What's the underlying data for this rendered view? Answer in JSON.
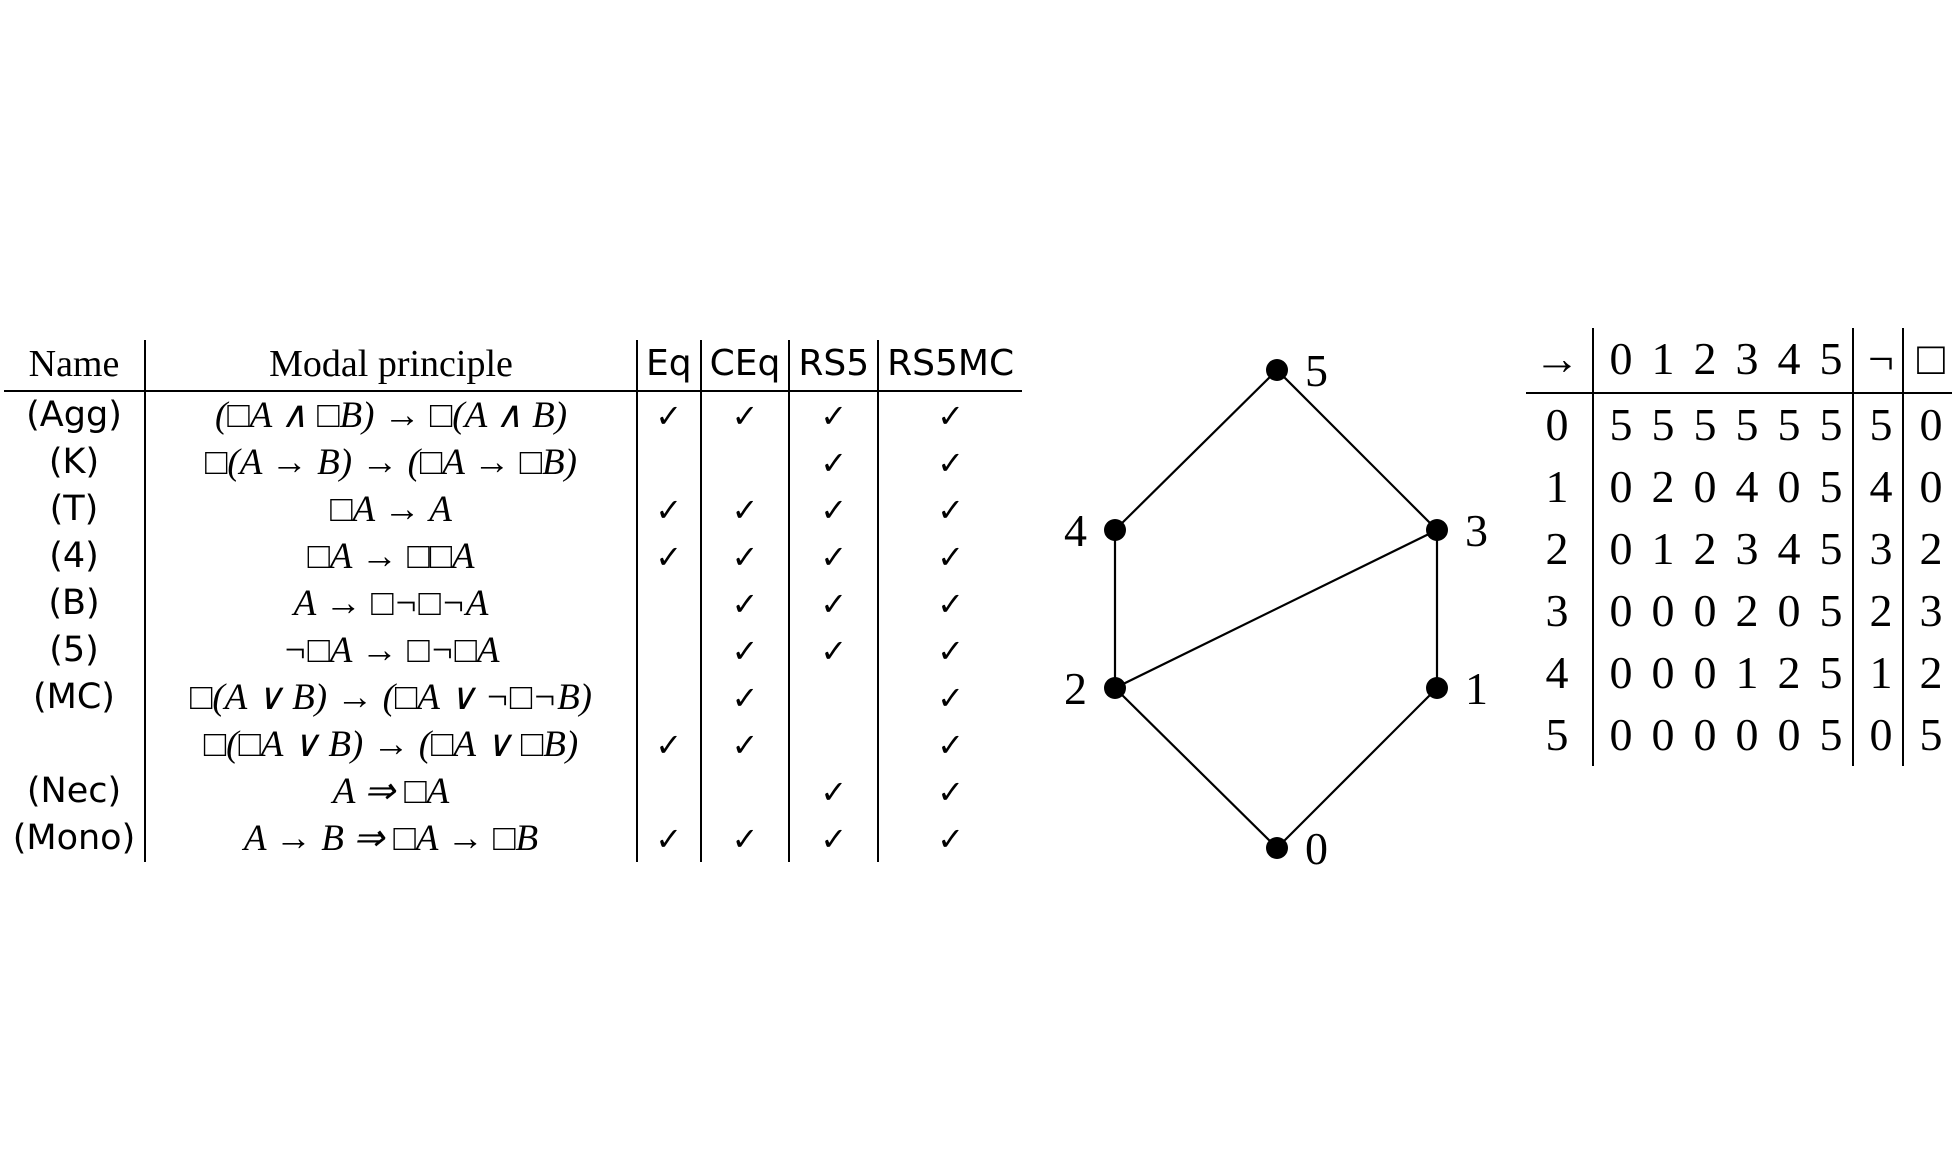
{
  "principles_table": {
    "headers": {
      "name": "Name",
      "principle": "Modal principle",
      "eq": "Eq",
      "ceq": "CEq",
      "rs5": "RS5",
      "rs5mc": "RS5MC"
    },
    "check_symbol": "✓",
    "rows": [
      {
        "name": "(Agg)",
        "formula": "(□A ∧ □B) → □(A ∧ B)",
        "eq": true,
        "ceq": true,
        "rs5": true,
        "rs5mc": true
      },
      {
        "name": "(K)",
        "formula": "□(A → B) → (□A → □B)",
        "eq": false,
        "ceq": false,
        "rs5": true,
        "rs5mc": true
      },
      {
        "name": "(T)",
        "formula": "□A → A",
        "eq": true,
        "ceq": true,
        "rs5": true,
        "rs5mc": true
      },
      {
        "name": "(4)",
        "formula": "□A → □□A",
        "eq": true,
        "ceq": true,
        "rs5": true,
        "rs5mc": true
      },
      {
        "name": "(B)",
        "formula": "A → □¬□¬A",
        "eq": false,
        "ceq": true,
        "rs5": true,
        "rs5mc": true
      },
      {
        "name": "(5)",
        "formula": "¬□A → □¬□A",
        "eq": false,
        "ceq": true,
        "rs5": true,
        "rs5mc": true
      },
      {
        "name": "(MC)",
        "formula": "□(A ∨ B) → (□A ∨ ¬□¬B)",
        "eq": false,
        "ceq": true,
        "rs5": false,
        "rs5mc": true
      },
      {
        "name": "",
        "formula": "□(□A ∨ B) → (□A ∨ □B)",
        "eq": true,
        "ceq": true,
        "rs5": false,
        "rs5mc": true
      },
      {
        "name": "(Nec)",
        "formula": "A ⇒ □A",
        "eq": false,
        "ceq": false,
        "rs5": true,
        "rs5mc": true
      },
      {
        "name": "(Mono)",
        "formula": "A → B ⇒ □A → □B",
        "eq": true,
        "ceq": true,
        "rs5": true,
        "rs5mc": true
      }
    ]
  },
  "lattice": {
    "nodes": [
      "0",
      "1",
      "2",
      "3",
      "4",
      "5"
    ],
    "edges": [
      [
        "0",
        "1"
      ],
      [
        "0",
        "2"
      ],
      [
        "1",
        "3"
      ],
      [
        "2",
        "3"
      ],
      [
        "2",
        "4"
      ],
      [
        "3",
        "5"
      ],
      [
        "4",
        "5"
      ]
    ]
  },
  "operation_table": {
    "corner": "→",
    "columns": [
      "0",
      "1",
      "2",
      "3",
      "4",
      "5"
    ],
    "neg_header": "¬",
    "box_header": "□",
    "rows": [
      {
        "label": "0",
        "values": [
          "5",
          "5",
          "5",
          "5",
          "5",
          "5"
        ],
        "neg": "5",
        "box": "0"
      },
      {
        "label": "1",
        "values": [
          "0",
          "2",
          "0",
          "4",
          "0",
          "5"
        ],
        "neg": "4",
        "box": "0"
      },
      {
        "label": "2",
        "values": [
          "0",
          "1",
          "2",
          "3",
          "4",
          "5"
        ],
        "neg": "3",
        "box": "2"
      },
      {
        "label": "3",
        "values": [
          "0",
          "0",
          "0",
          "2",
          "0",
          "5"
        ],
        "neg": "2",
        "box": "3"
      },
      {
        "label": "4",
        "values": [
          "0",
          "0",
          "0",
          "1",
          "2",
          "5"
        ],
        "neg": "1",
        "box": "2"
      },
      {
        "label": "5",
        "values": [
          "0",
          "0",
          "0",
          "0",
          "0",
          "5"
        ],
        "neg": "0",
        "box": "5"
      }
    ]
  }
}
